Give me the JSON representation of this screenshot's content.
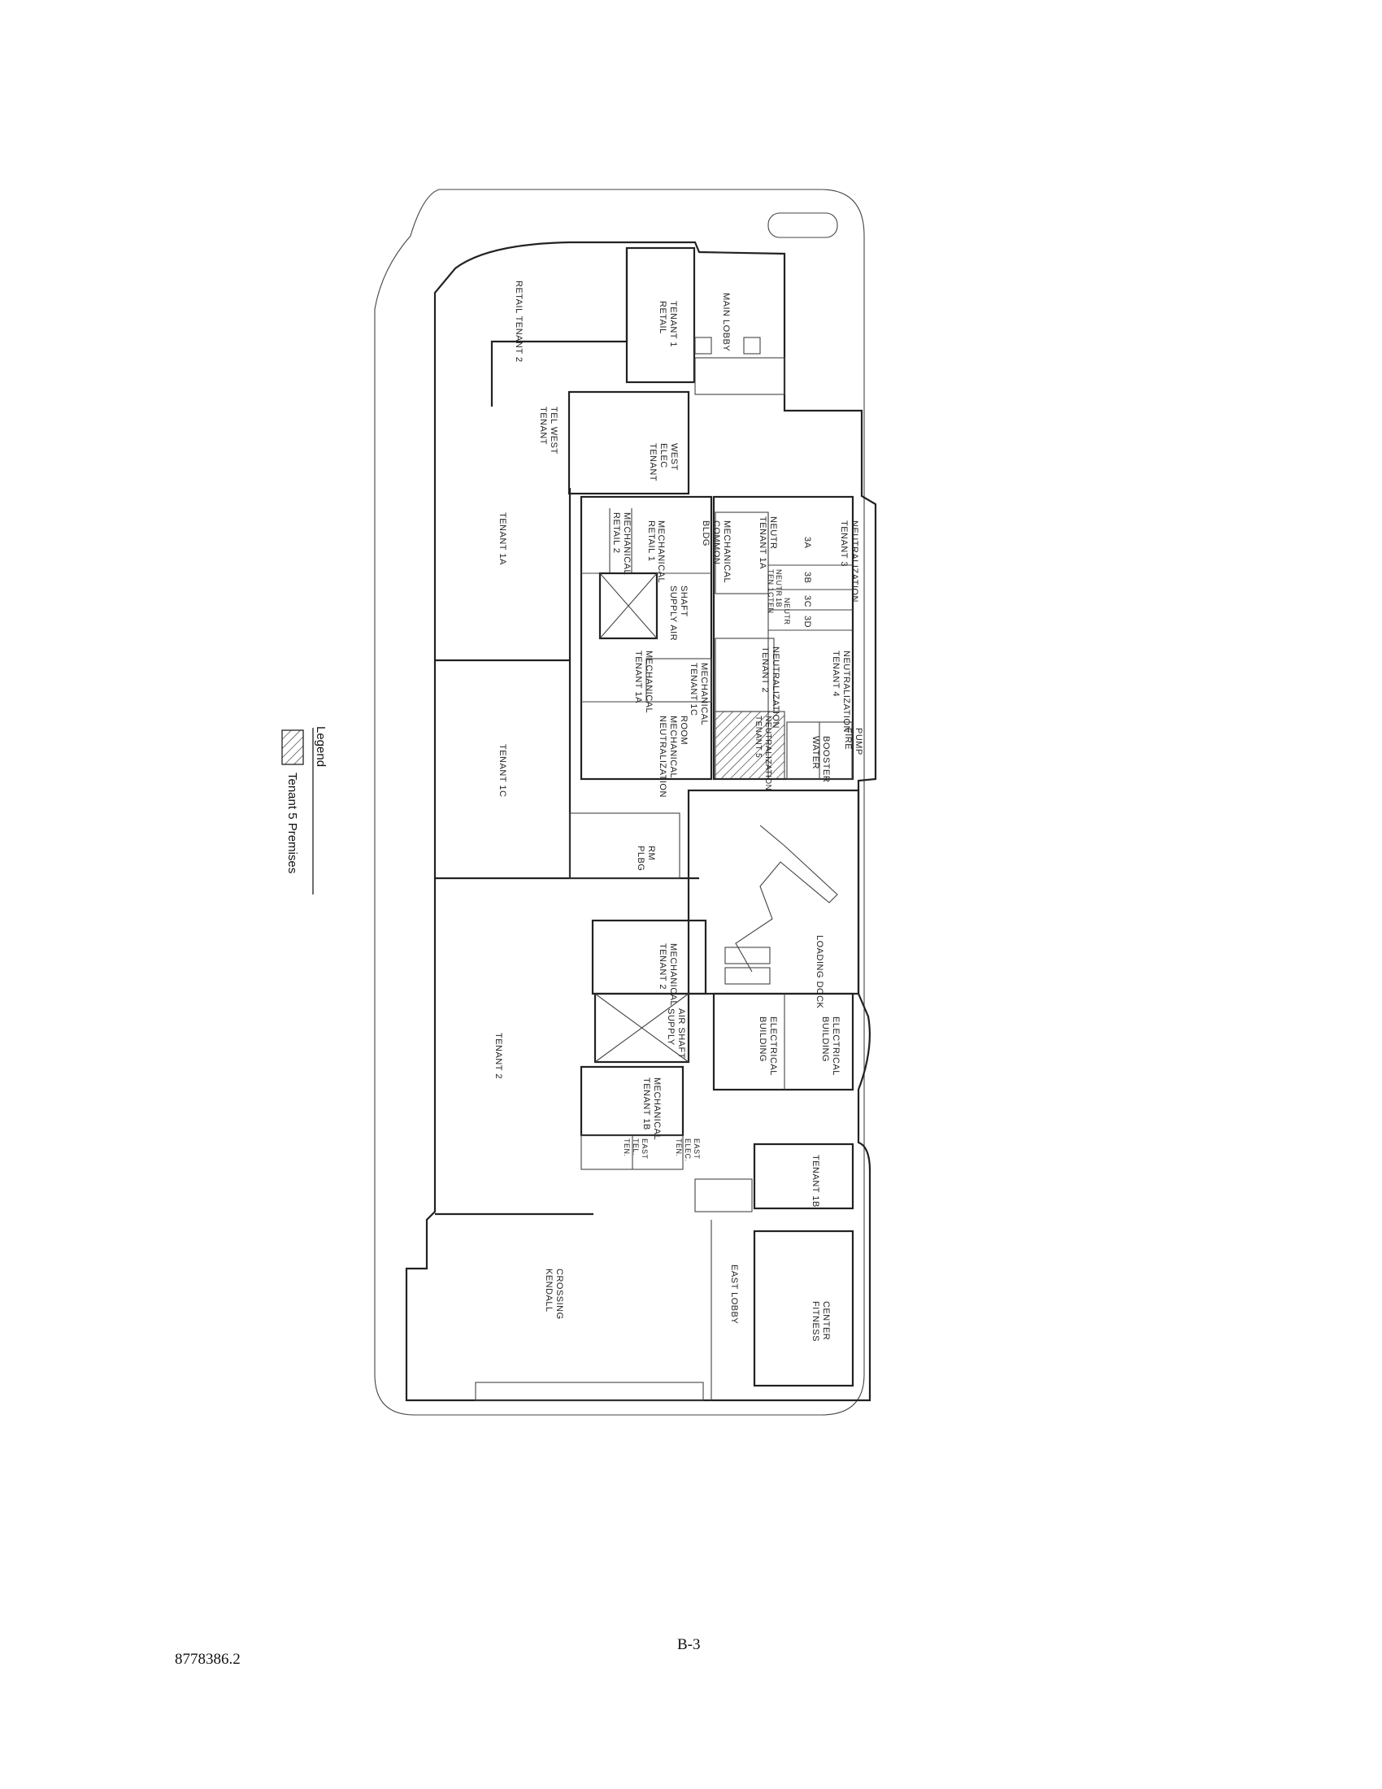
{
  "plan": {
    "rooms": {
      "retail_tenant_2": [
        "RETAIL TENANT 2"
      ],
      "retail_tenant_1": [
        "RETAIL",
        "TENANT 1"
      ],
      "main_lobby": [
        "MAIN LOBBY"
      ],
      "tenant_tel_west": [
        "TENANT",
        "TEL WEST"
      ],
      "tenant_elec_west": [
        "TENANT",
        "ELEC",
        "WEST"
      ],
      "tenant_1a": [
        "TENANT 1A"
      ],
      "retail_2_mech": [
        "RETAIL 2",
        "MECHANICAL"
      ],
      "retail_1_mech": [
        "RETAIL 1",
        "MECHANICAL"
      ],
      "bldg_common_mech": [
        "BLDG",
        "COMMON",
        "MECHANICAL"
      ],
      "supply_air_shaft_1": [
        "SUPPLY AIR",
        "SHAFT"
      ],
      "tenant_1a_mech": [
        "TENANT 1A",
        "MECHANICAL"
      ],
      "tenant_1c_mech": [
        "TENANT 1C",
        "MECHANICAL"
      ],
      "neutralization_mech_room": [
        "NEUTRALIZATION",
        "MECHANICAL",
        "ROOM"
      ],
      "tenant_1a_neutr": [
        "TENANT 1A",
        "NEUTR"
      ],
      "ten_1c_neutr": [
        "TEN 1C",
        "NEUTR"
      ],
      "ten_1b_neutr": [
        "TEN",
        "1B",
        "NEUTR"
      ],
      "tenant_3_neutralization": [
        "TENANT 3",
        "NEUTRALIZATION"
      ],
      "bay_3a": [
        "3A"
      ],
      "bay_3b": [
        "3B"
      ],
      "bay_3c": [
        "3C"
      ],
      "bay_3d": [
        "3D"
      ],
      "tenant_2_neutralization": [
        "TENANT 2",
        "NEUTRALIZATION"
      ],
      "tenant_4_neutralization": [
        "TENANT 4",
        "NEUTRALIZATION"
      ],
      "tenant_5_neutralization": [
        "TENANT 5",
        "NEUTRALIZATION"
      ],
      "fire_pump": [
        "FIRE",
        "PUMP"
      ],
      "water_booster": [
        "WATER",
        "BOOSTER"
      ],
      "tenant_1c": [
        "TENANT 1C"
      ],
      "plbg_rm": [
        "PLBG",
        "RM"
      ],
      "loading_dock": [
        "LOADING DOCK"
      ],
      "building_electrical_1": [
        "BUILDING",
        "ELECTRICAL"
      ],
      "building_electrical_2": [
        "BUILDING",
        "ELECTRICAL"
      ],
      "tenant_2": [
        "TENANT 2"
      ],
      "tenant_2_mech": [
        "TENANT 2",
        "MECHANICAL"
      ],
      "supply_air_shaft_2": [
        "SUPPLY",
        "AIR SHAFT"
      ],
      "tenant_1b_mech": [
        "TENANT 1B",
        "MECHANICAL"
      ],
      "ten_tel_east": [
        "TEN.",
        "TEL.",
        "EAST"
      ],
      "ten_elec_east": [
        "TEN.",
        "ELEC.",
        "EAST"
      ],
      "tenant_1b": [
        "TENANT 1B"
      ],
      "kendall_crossing": [
        "KENDALL",
        "CROSSING"
      ],
      "east_lobby": [
        "EAST LOBBY"
      ],
      "fitness_center": [
        "FITNESS",
        "CENTER"
      ]
    }
  },
  "legend": {
    "title": "Legend",
    "items": [
      {
        "label": "Tenant 5 Premises",
        "pattern": "diagonal-hatch"
      }
    ]
  },
  "footer": {
    "doc_number": "8778386.2",
    "page_label": "B-3"
  }
}
